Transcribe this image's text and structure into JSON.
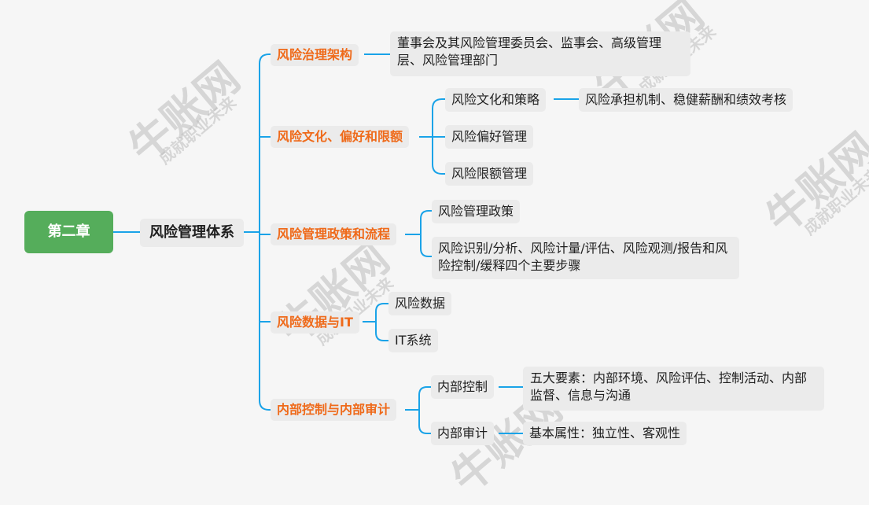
{
  "colors": {
    "line": "#1aa3e8",
    "root_bg": "#55ad5b",
    "category_text": "#ef6a1a",
    "node_bg": "#ebebeb"
  },
  "root": "第二章",
  "main": "风险管理体系",
  "categories": [
    {
      "label": "风险治理架构",
      "children": [
        {
          "label": "董事会及其风险管理委员会、监事会、高级管理层、风险管理部门"
        }
      ]
    },
    {
      "label": "风险文化、偏好和限额",
      "children": [
        {
          "label": "风险文化和策略",
          "children": [
            {
              "label": "风险承担机制、稳健薪酬和绩效考核"
            }
          ]
        },
        {
          "label": "风险偏好管理"
        },
        {
          "label": "风险限额管理"
        }
      ]
    },
    {
      "label": "风险管理政策和流程",
      "children": [
        {
          "label": "风险管理政策"
        },
        {
          "label": "风险识别/分析、风险计量/评估、风险观测/报告和风险控制/缓释四个主要步骤"
        }
      ]
    },
    {
      "label": "风险数据与IT",
      "children": [
        {
          "label": "风险数据"
        },
        {
          "label": "IT系统"
        }
      ]
    },
    {
      "label": "内部控制与内部审计",
      "children": [
        {
          "label": "内部控制",
          "children": [
            {
              "label": "五大要素：内部环境、风险评估、控制活动、内部监督、信息与沟通"
            }
          ]
        },
        {
          "label": "内部审计",
          "children": [
            {
              "label": "基本属性：独立性、客观性"
            }
          ]
        }
      ]
    }
  ],
  "watermark": {
    "brand": "牛账网",
    "slogan": "成就职业未来"
  }
}
